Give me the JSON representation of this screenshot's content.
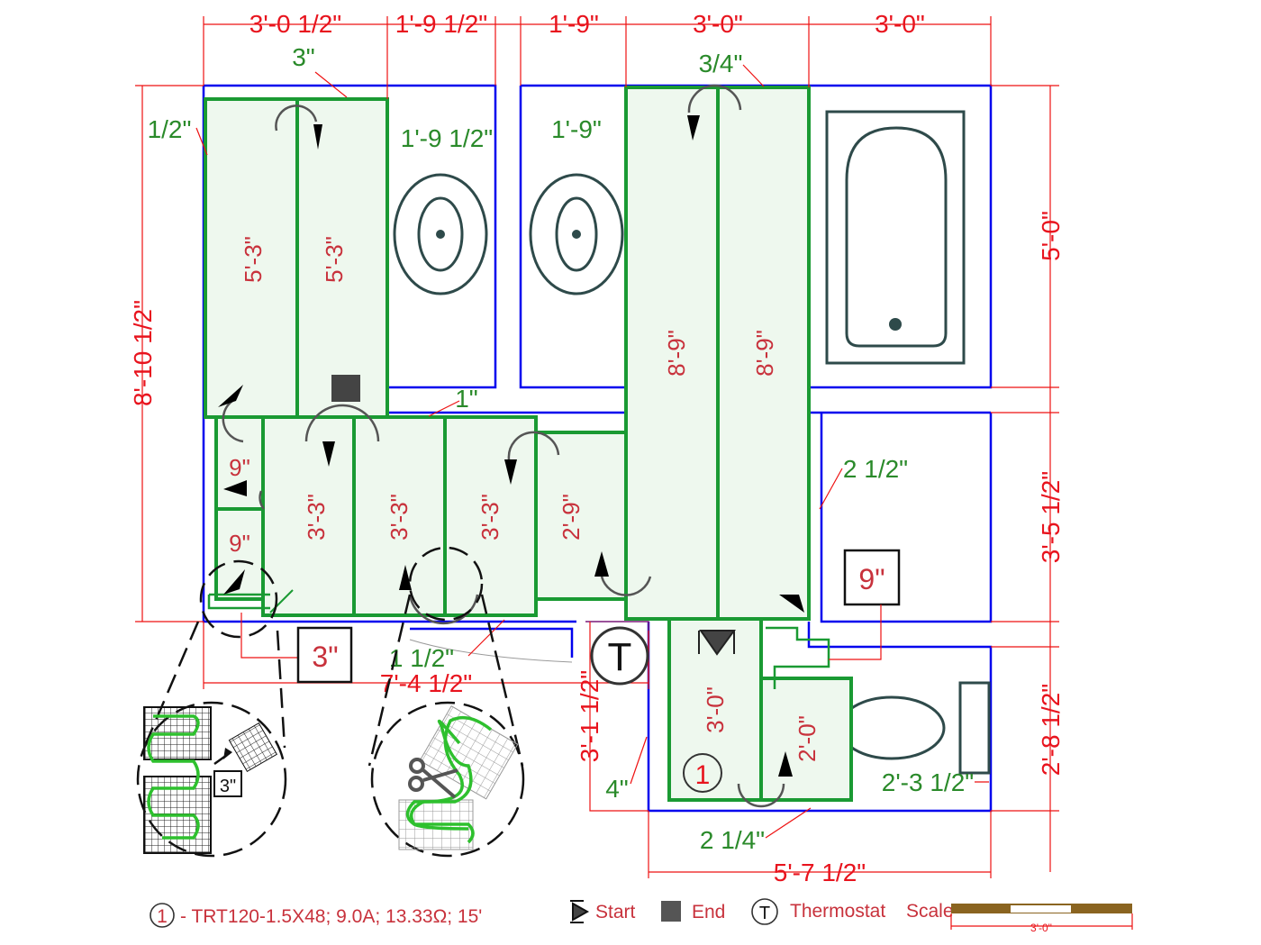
{
  "top_dims": [
    "3'-0 1/2\"",
    "1'-9 1/2\"",
    "1'-9\"",
    "3'-0\"",
    "3'-0\""
  ],
  "green_callouts": {
    "top_left_3": "3\"",
    "top_34": "3/4\"",
    "left_12": "1/2\"",
    "sink1": "1'-9 1/2\"",
    "sink2": "1'-9\"",
    "mid_1": "1\"",
    "right_212": "2 1/2\"",
    "bottom_112": "1 1/2\"",
    "bottom_4": "4\"",
    "bottom_214": "2 1/4\"",
    "toilet_2312": "2'-3 1/2\""
  },
  "side_dims": {
    "left": "8'-10 1/2\"",
    "right_top": "5'-0\"",
    "right_mid": "3'-5 1/2\"",
    "right_bottom": "2'-8 1/2\"",
    "bottom_mid": "7'-4 1/2\"",
    "bottom_right": "5'-7 1/2\"",
    "lower_vertical": "3'-1 1/2\""
  },
  "strip_labels": {
    "a1": "5'-3\"",
    "a2": "5'-3\"",
    "b1": "9\"",
    "b2": "9\"",
    "c1": "3'-3\"",
    "c2": "3'-3\"",
    "c3": "3'-3\"",
    "d1": "2'-9\"",
    "e1": "8'-9\"",
    "e2": "8'-9\"",
    "f1": "3'-0\"",
    "g1": "2'-0\""
  },
  "boxed_labels": {
    "gap_3": "3\"",
    "room_9": "9\"",
    "detail_3": "3\""
  },
  "circle_markers": {
    "cable_num": "1",
    "thermostat": "T"
  },
  "legend": {
    "cable_num": "1",
    "cable_spec": "- TRT120-1.5X48; 9.0A; 13.33Ω; 15'",
    "start_label": "Start",
    "end_label": "End",
    "thermostat_symbol": "T",
    "thermostat_label": "Thermostat",
    "scale_label": "Scale",
    "scale_value": "3'-0\""
  },
  "colors": {
    "wall": "#0000ee",
    "mat": "#1a9a33",
    "dimension": "#ee1111",
    "scale_bar": "#8a6420"
  }
}
